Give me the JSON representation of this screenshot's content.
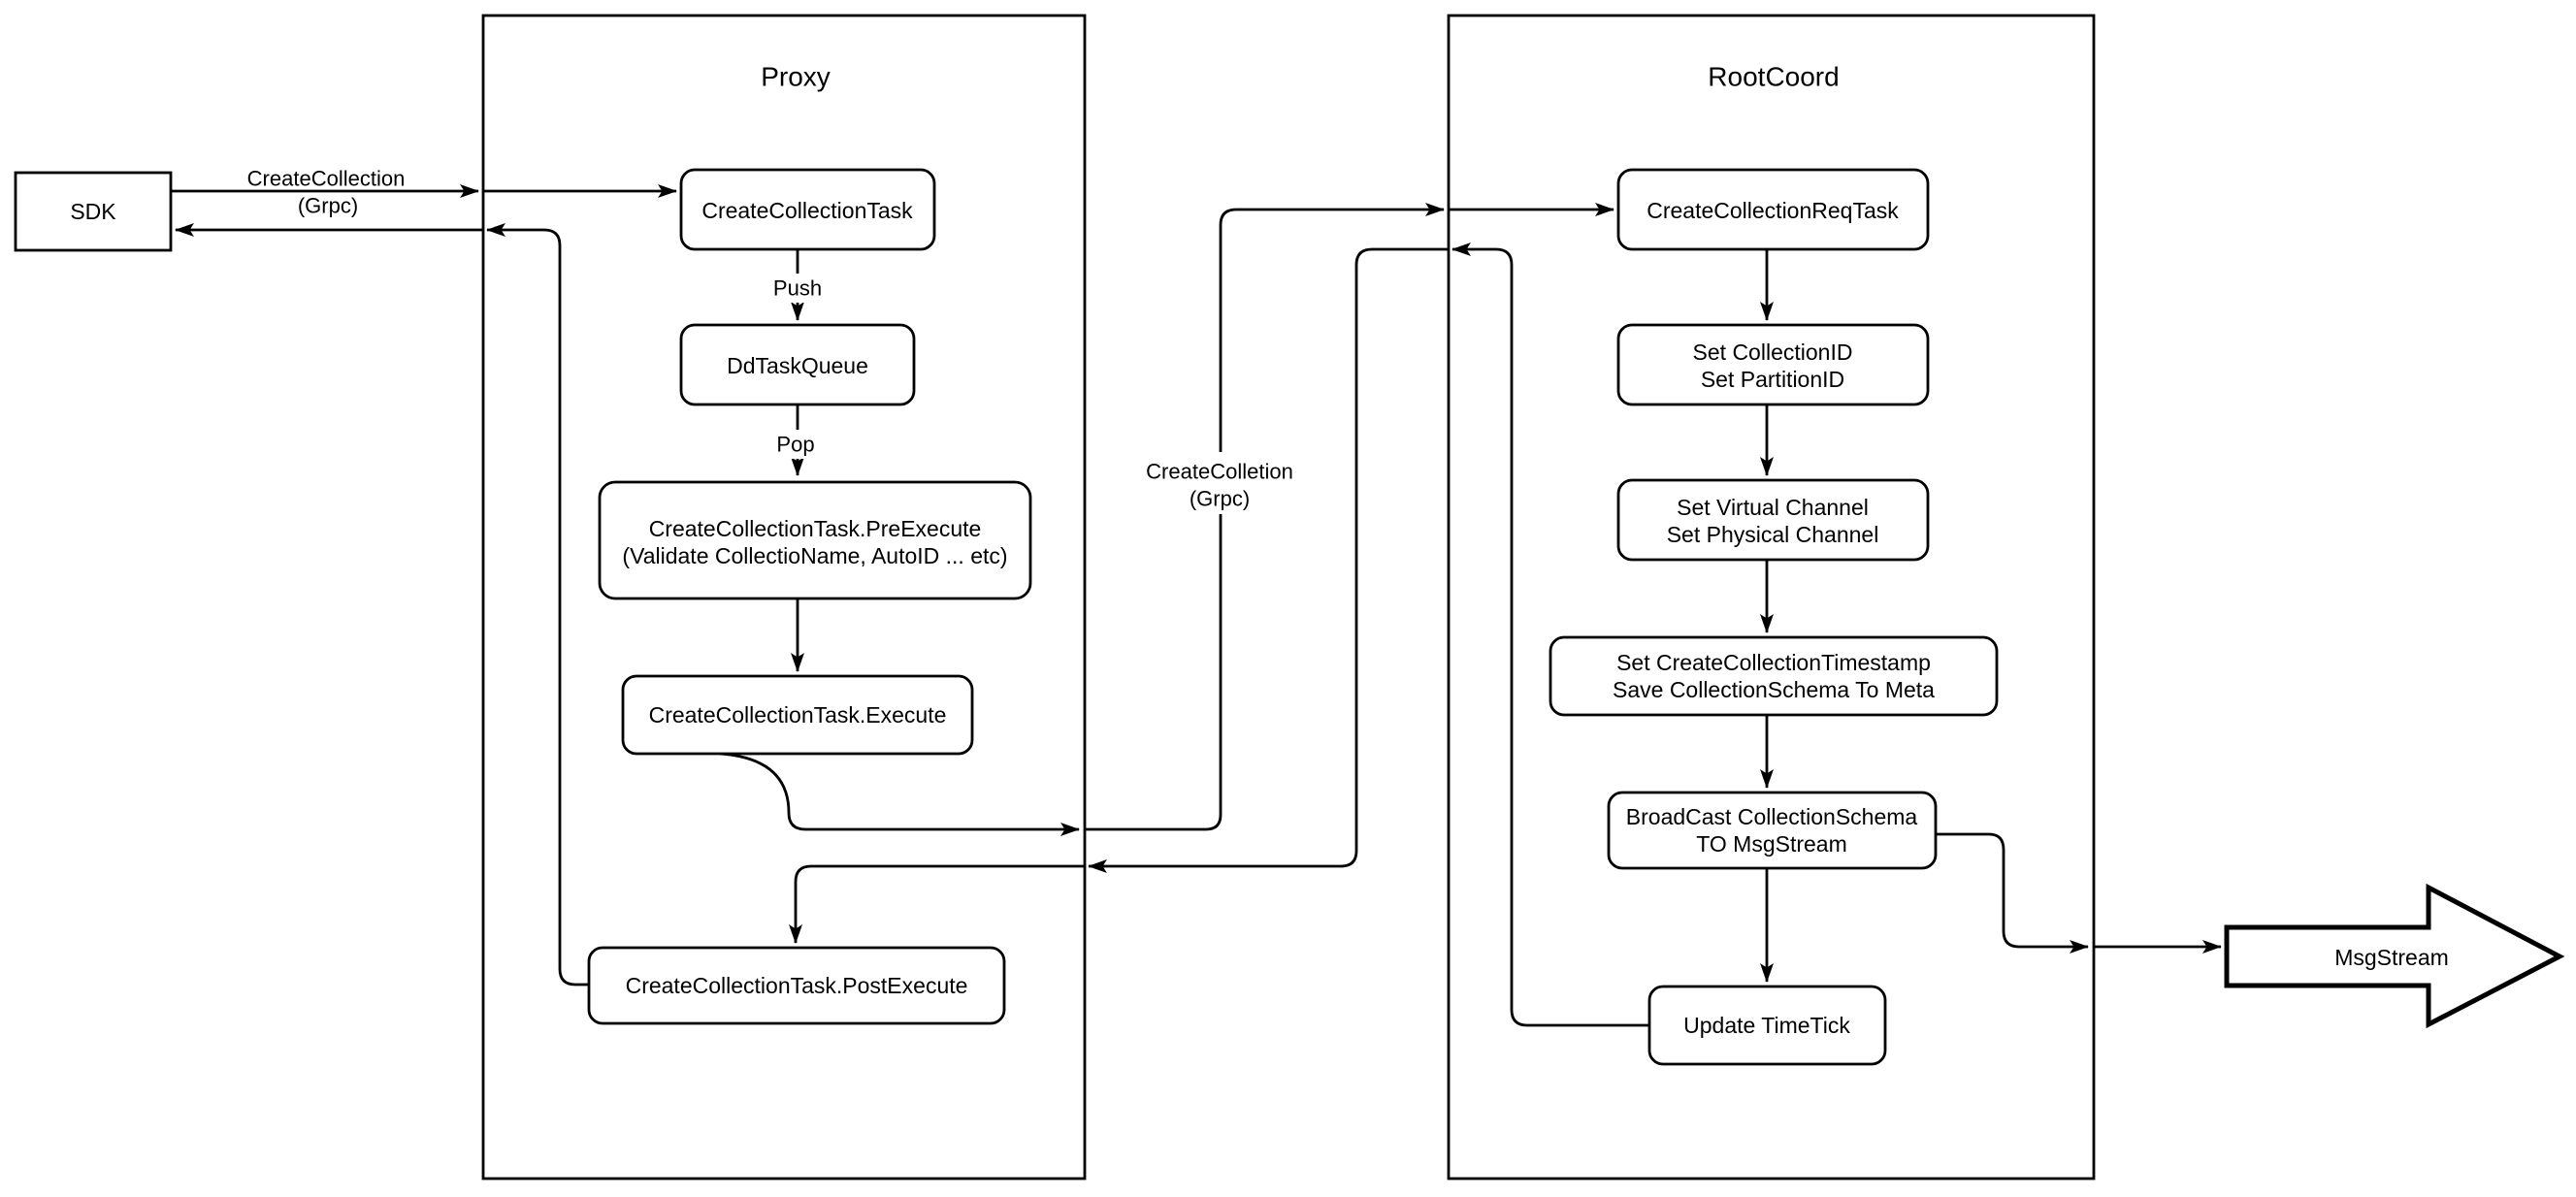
{
  "diagram": {
    "sdk": {
      "label": "SDK"
    },
    "proxy": {
      "title": "Proxy",
      "task": "CreateCollectionTask",
      "queue": "DdTaskQueue",
      "pre1": "CreateCollectionTask.PreExecute",
      "pre2": "(Validate CollectioName, AutoID ... etc)",
      "exec": "CreateCollectionTask.Execute",
      "post": "CreateCollectionTask.PostExecute"
    },
    "rootcoord": {
      "title": "RootCoord",
      "req": "CreateCollectionReqTask",
      "ids1": "Set CollectionID",
      "ids2": "Set PartitionID",
      "chan1": "Set Virtual Channel",
      "chan2": "Set Physical Channel",
      "ts1": "Set CreateCollectionTimestamp",
      "ts2": "Save CollectionSchema To Meta",
      "bc1": "BroadCast CollectionSchema",
      "bc2": "TO MsgStream",
      "tick": "Update TimeTick"
    },
    "msgstream": {
      "label": "MsgStream"
    },
    "labels": {
      "grpc_left1": "CreateCollection",
      "grpc_left2": "(Grpc)",
      "grpc_mid1": "CreateColletion",
      "grpc_mid2": "(Grpc)",
      "push": "Push",
      "pop": "Pop"
    },
    "colors": {
      "stroke": "#000000",
      "fill": "#ffffff",
      "background": "#ffffff"
    }
  }
}
